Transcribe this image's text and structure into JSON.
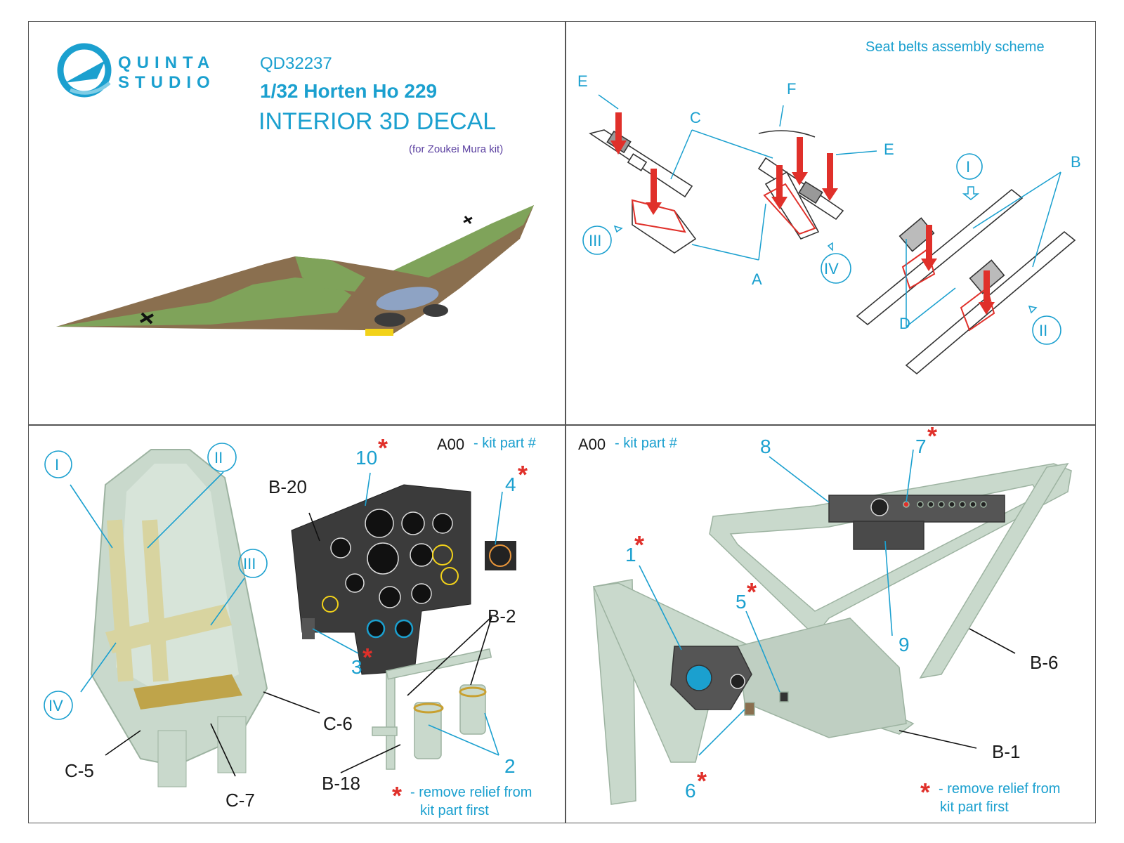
{
  "brand": {
    "line1": "QUINTA",
    "line2": "STUDIO"
  },
  "product": {
    "code": "QD32237",
    "scale_title": "1/32 Horten Ho 229",
    "type": "INTERIOR 3D DECAL",
    "kit_note": "(for Zoukei Mura kit)"
  },
  "seatbelt_panel": {
    "title": "Seat belts assembly scheme",
    "labels": {
      "A": "A",
      "B": "B",
      "C": "C",
      "D": "D",
      "E1": "E",
      "E2": "E",
      "F": "F",
      "r1": "I",
      "r2": "II",
      "r3": "III",
      "r4": "IV"
    }
  },
  "seat_panel": {
    "legend_code": "A00",
    "legend_text": "- kit part #",
    "roman": {
      "r1": "I",
      "r2": "II",
      "r3": "III",
      "r4": "IV"
    },
    "parts": {
      "c5": "C-5",
      "c6": "C-6",
      "c7": "C-7",
      "b20": "B-20",
      "b2": "B-2",
      "b18": "B-18"
    },
    "numbers": {
      "n10": "10",
      "n4": "4",
      "n3": "3",
      "n2": "2"
    },
    "asterisk": "*",
    "note_line1": "- remove relief from",
    "note_line2": "kit part first"
  },
  "frame_panel": {
    "legend_code": "A00",
    "legend_text": "- kit part #",
    "parts": {
      "b1": "B-1",
      "b6": "B-6"
    },
    "numbers": {
      "n1": "1",
      "n5": "5",
      "n6": "6",
      "n7": "7",
      "n8": "8",
      "n9": "9"
    },
    "asterisk": "*",
    "note_line1": "- remove relief from",
    "note_line2": "kit part first"
  },
  "colors": {
    "accent": "#1ba0cf",
    "warning": "#e0302a",
    "resin": "#c9d9cc",
    "camo_green": "#7fa35a",
    "camo_brown": "#8a6f4f",
    "belt": "#d8d4a0",
    "panel": "#3b3b3b"
  }
}
